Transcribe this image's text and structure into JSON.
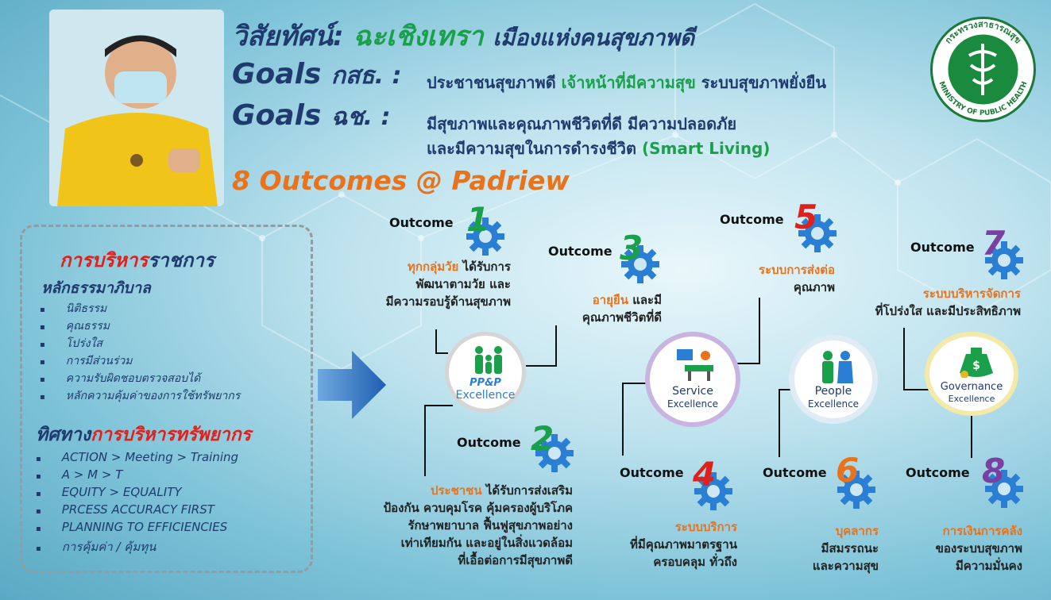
{
  "header": {
    "vision_label": "วิสัยทัศน์",
    "vision_colon": ":",
    "vision_highlight": "ฉะเชิงเทรา",
    "vision_rest": "เมืองแห่งคนสุขภาพดี",
    "goals1_prefix": "Goals",
    "goals1_org": "กสธ. :",
    "goals1_a": "ประชาชนสุขภาพดี",
    "goals1_b": "เจ้าหน้าที่มีความสุข",
    "goals1_c": "ระบบสุขภาพยั่งยืน",
    "goals2_prefix": "Goals",
    "goals2_org": "ฉช. :",
    "goals2_line1": "มีสุขภาพและคุณภาพชีวิตที่ดี มีความปลอดภัย",
    "goals2_line2": "และมีความสุขในการดำรงชีวิต",
    "goals2_smart": "(Smart Living)",
    "outcomes_title": "8 Outcomes @ Padriew"
  },
  "logo": {
    "top_text": "กระทรวงสาธารณสุข",
    "bottom_text": "MINISTRY OF PUBLIC HEALTH"
  },
  "sidebar": {
    "admin_title_a": "การบริหาร",
    "admin_title_b": "ราชการ",
    "governance_title": "หลักธรรมาภิบาล",
    "governance_items": [
      "นิติธรรม",
      "คุณธรรม",
      "โปร่งใส",
      "การมีส่วนร่วม",
      "ความรับผิดชอบตรวจสอบได้",
      "หลักความคุ้มค่าของการใช้ทรัพยากร"
    ],
    "resource_title_a": "ทิศทาง",
    "resource_title_b": "การบริหารทรัพยากร",
    "resource_items": [
      "ACTION  > Meeting > Training",
      "A > M > T",
      "EQUITY  > EQUALITY",
      "PRCESS ACCURACY FIRST",
      "PLANNING TO EFFICIENCIES",
      "การคุ้มค่า / คุ้มทุน"
    ]
  },
  "outcome_word": "Outcome",
  "outcomes": [
    {
      "num": "1",
      "color": "#1aa04a",
      "hl": "ทุกกลุ่มวัย",
      "l1": "ได้รับการ",
      "l2": "พัฒนาตามวัย และ",
      "l3": "มีความรอบรู้ด้านสุขภาพ"
    },
    {
      "num": "2",
      "color": "#1aa04a",
      "hl": "ประชาชน",
      "l1": "ได้รับการส่งเสริม",
      "l2": "ป้องกัน ควบคุมโรค คุ้มครองผู้บริโภค",
      "l3": "รักษาพยาบาล ฟื้นฟูสุขภาพอย่าง",
      "l4": "เท่าเทียมกัน และอยู่ในสิ่งแวดล้อม",
      "l5": "ที่เอื้อต่อการมีสุขภาพดี"
    },
    {
      "num": "3",
      "color": "#1aa04a",
      "hl": "อายุยืน",
      "l1": "และมี",
      "l2": "คุณภาพชีวิตที่ดี"
    },
    {
      "num": "4",
      "color": "#e0201c",
      "hl": "ระบบบริการ",
      "l1": "ที่มีคุณภาพมาตรฐาน",
      "l2": "ครอบคลุม ทั่วถึง"
    },
    {
      "num": "5",
      "color": "#e0201c",
      "hl": "ระบบการส่งต่อ",
      "l1": "คุณภาพ"
    },
    {
      "num": "6",
      "color": "#e8731c",
      "hl": "บุคลากร",
      "l1": "มีสมรรถนะ",
      "l2": "และความสุข"
    },
    {
      "num": "7",
      "color": "#7a3fa0",
      "hl": "ระบบบริหารจัดการ",
      "l1": "ที่โปร่งใส และมีประสิทธิภาพ"
    },
    {
      "num": "8",
      "color": "#7a3fa0",
      "hl": "การเงินการคลัง",
      "l1": "ของระบบสุขภาพ",
      "l2": "มีความมั่นคง"
    }
  ],
  "excellence": {
    "ppp_a": "PP&P",
    "ppp_b": "Excellence",
    "service_a": "Service",
    "service_b": "Excellence",
    "people_a": "People",
    "people_b": "Excellence",
    "gov_a": "Governance",
    "gov_b": "Excellence"
  },
  "colors": {
    "navy": "#1f3b6e",
    "green": "#1aa04a",
    "orange": "#e8731c",
    "red": "#e0201c",
    "purple": "#7a3fa0",
    "gear": "#2a7fd4"
  }
}
